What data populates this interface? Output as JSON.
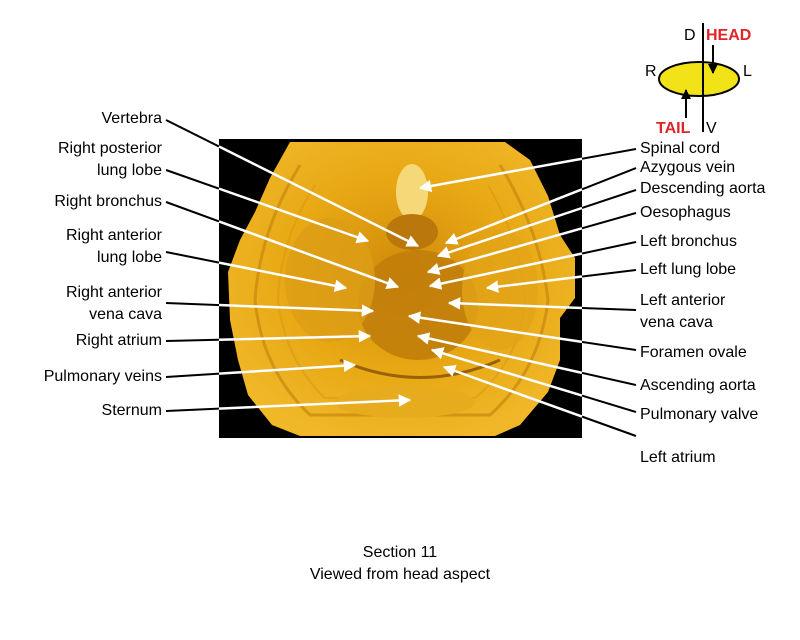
{
  "orientation": {
    "dorsal": "D",
    "head": "HEAD",
    "right": "R",
    "left": "L",
    "tail": "TAIL",
    "ventral": "V",
    "head_color": "#e0242a",
    "tail_color": "#e0242a",
    "ellipse_color": "#f1e318"
  },
  "colors": {
    "specimen_background": "#000000",
    "tissue": "#e0a010",
    "tissue_light": "#f3c237",
    "tissue_dark": "#a86a08",
    "arrow": "#ffffff"
  },
  "labels_left": [
    {
      "id": "vertebra",
      "lines": [
        "Vertebra"
      ]
    },
    {
      "id": "right-posterior-lung-lobe",
      "lines": [
        "Right posterior",
        "lung lobe"
      ]
    },
    {
      "id": "right-bronchus",
      "lines": [
        "Right bronchus"
      ]
    },
    {
      "id": "right-anterior-lung-lobe",
      "lines": [
        "Right anterior",
        "lung lobe"
      ]
    },
    {
      "id": "right-anterior-vena-cava",
      "lines": [
        "Right anterior",
        "vena cava"
      ]
    },
    {
      "id": "right-atrium",
      "lines": [
        "Right atrium"
      ]
    },
    {
      "id": "pulmonary-veins",
      "lines": [
        "Pulmonary veins"
      ]
    },
    {
      "id": "sternum",
      "lines": [
        "Sternum"
      ]
    }
  ],
  "labels_right": [
    {
      "id": "spinal-cord",
      "lines": [
        "Spinal cord"
      ]
    },
    {
      "id": "azygous-vein",
      "lines": [
        "Azygous vein"
      ]
    },
    {
      "id": "descending-aorta",
      "lines": [
        "Descending aorta"
      ]
    },
    {
      "id": "oesophagus",
      "lines": [
        "Oesophagus"
      ]
    },
    {
      "id": "left-bronchus",
      "lines": [
        "Left bronchus"
      ]
    },
    {
      "id": "left-lung-lobe",
      "lines": [
        "Left lung lobe"
      ]
    },
    {
      "id": "left-anterior-vena-cava",
      "lines": [
        "Left anterior",
        "vena cava"
      ]
    },
    {
      "id": "foramen-ovale",
      "lines": [
        "Foramen ovale"
      ]
    },
    {
      "id": "ascending-aorta",
      "lines": [
        "Ascending aorta"
      ]
    },
    {
      "id": "pulmonary-valve",
      "lines": [
        "Pulmonary valve"
      ]
    },
    {
      "id": "left-atrium",
      "lines": [
        "Left atrium"
      ]
    }
  ],
  "caption": {
    "line1": "Section 11",
    "line2": "Viewed from head aspect"
  }
}
